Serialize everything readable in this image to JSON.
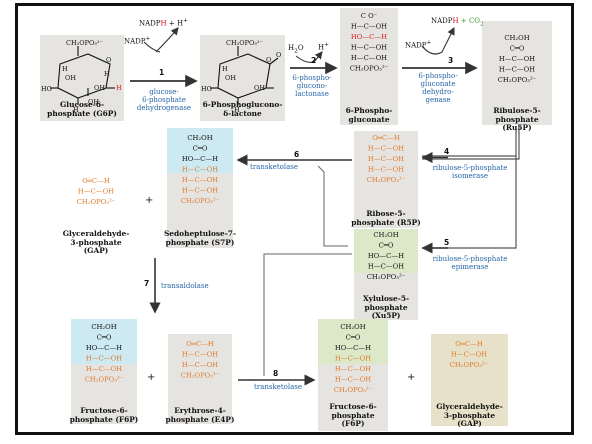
{
  "molecules": {
    "g6p": "Glucose-6-\nphosphate (G6P)",
    "lactone": "6-Phosphoglucono-\nδ-lactone",
    "phosphogluconate": "6-Phospho-\ngluconate",
    "ru5p": "Ribulose-5-\nphosphate (Ru5P)",
    "r5p": "Ribose-5-\nphosphate (R5P)",
    "s7p": "Sedoheptulose-7-\nphosphate (S7P)",
    "gap1": "Glyceraldehyde-\n3-phosphate\n(GAP)",
    "xu5p": "Xylulose-5-\nphosphate\n(Xu5P)",
    "f6p": "Fructose-6-\nphosphate (F6P)",
    "e4p": "Erythrose-4-\nphosphate (E4P)",
    "f6p2": "Fructose-6-\nphosphate\n(F6P)",
    "gap2": "Glyceraldehyde-\n3-phosphate\n(GAP)"
  },
  "enzymes": {
    "e1": "glucose-\n6-phosphate\ndehydrogenase",
    "e2": "6-phospho-\nglucono-\nlactonase",
    "e3": "6-phospho-\ngluconate\ndehydro-\ngenase",
    "e4": "ribulose-5-phosphate\nisomerase",
    "e5": "ribulose-5-phosphate\nepimerase",
    "e6": "transketolase",
    "e7": "transaldolase",
    "e8": "transketolase"
  },
  "steps": {
    "s1": "1",
    "s2": "2",
    "s3": "3",
    "s4": "4",
    "s5": "5",
    "s6": "6",
    "s7": "7",
    "s8": "8"
  },
  "cofactors": {
    "nadp1": "NADP",
    "nadph1": "NADP",
    "h1": "H",
    "hplus1": " + H",
    "h2o": "H",
    "h2o_o": "O",
    "hplus2": "H",
    "nadp3": "NADP",
    "nadph3": "NADP",
    "h3": "H",
    "co2": " + CO"
  },
  "plus_sign": "+",
  "atoms": {
    "ch2opo3": "CH₂OPO₃²⁻",
    "ch2oh": "CH₂OH",
    "c_eq_o": "C═O",
    "h_c_oh": "H—C—OH",
    "ho_c_h": "HO—C—H",
    "o_eq_c_h": "O═C—H",
    "ch2opo3_short": "CH₂OPO₃²⁻",
    "h": "H",
    "oh": "OH",
    "o": "O",
    "ho": "HO",
    "c": "C",
    "o_minus": "O⁻"
  },
  "colors": {
    "chain_orange": "#e07b2a",
    "enzyme_blue": "#2565a8",
    "arrow": "#333333",
    "highlight_red": "#d12222",
    "co2_green": "#3a9a2a"
  }
}
